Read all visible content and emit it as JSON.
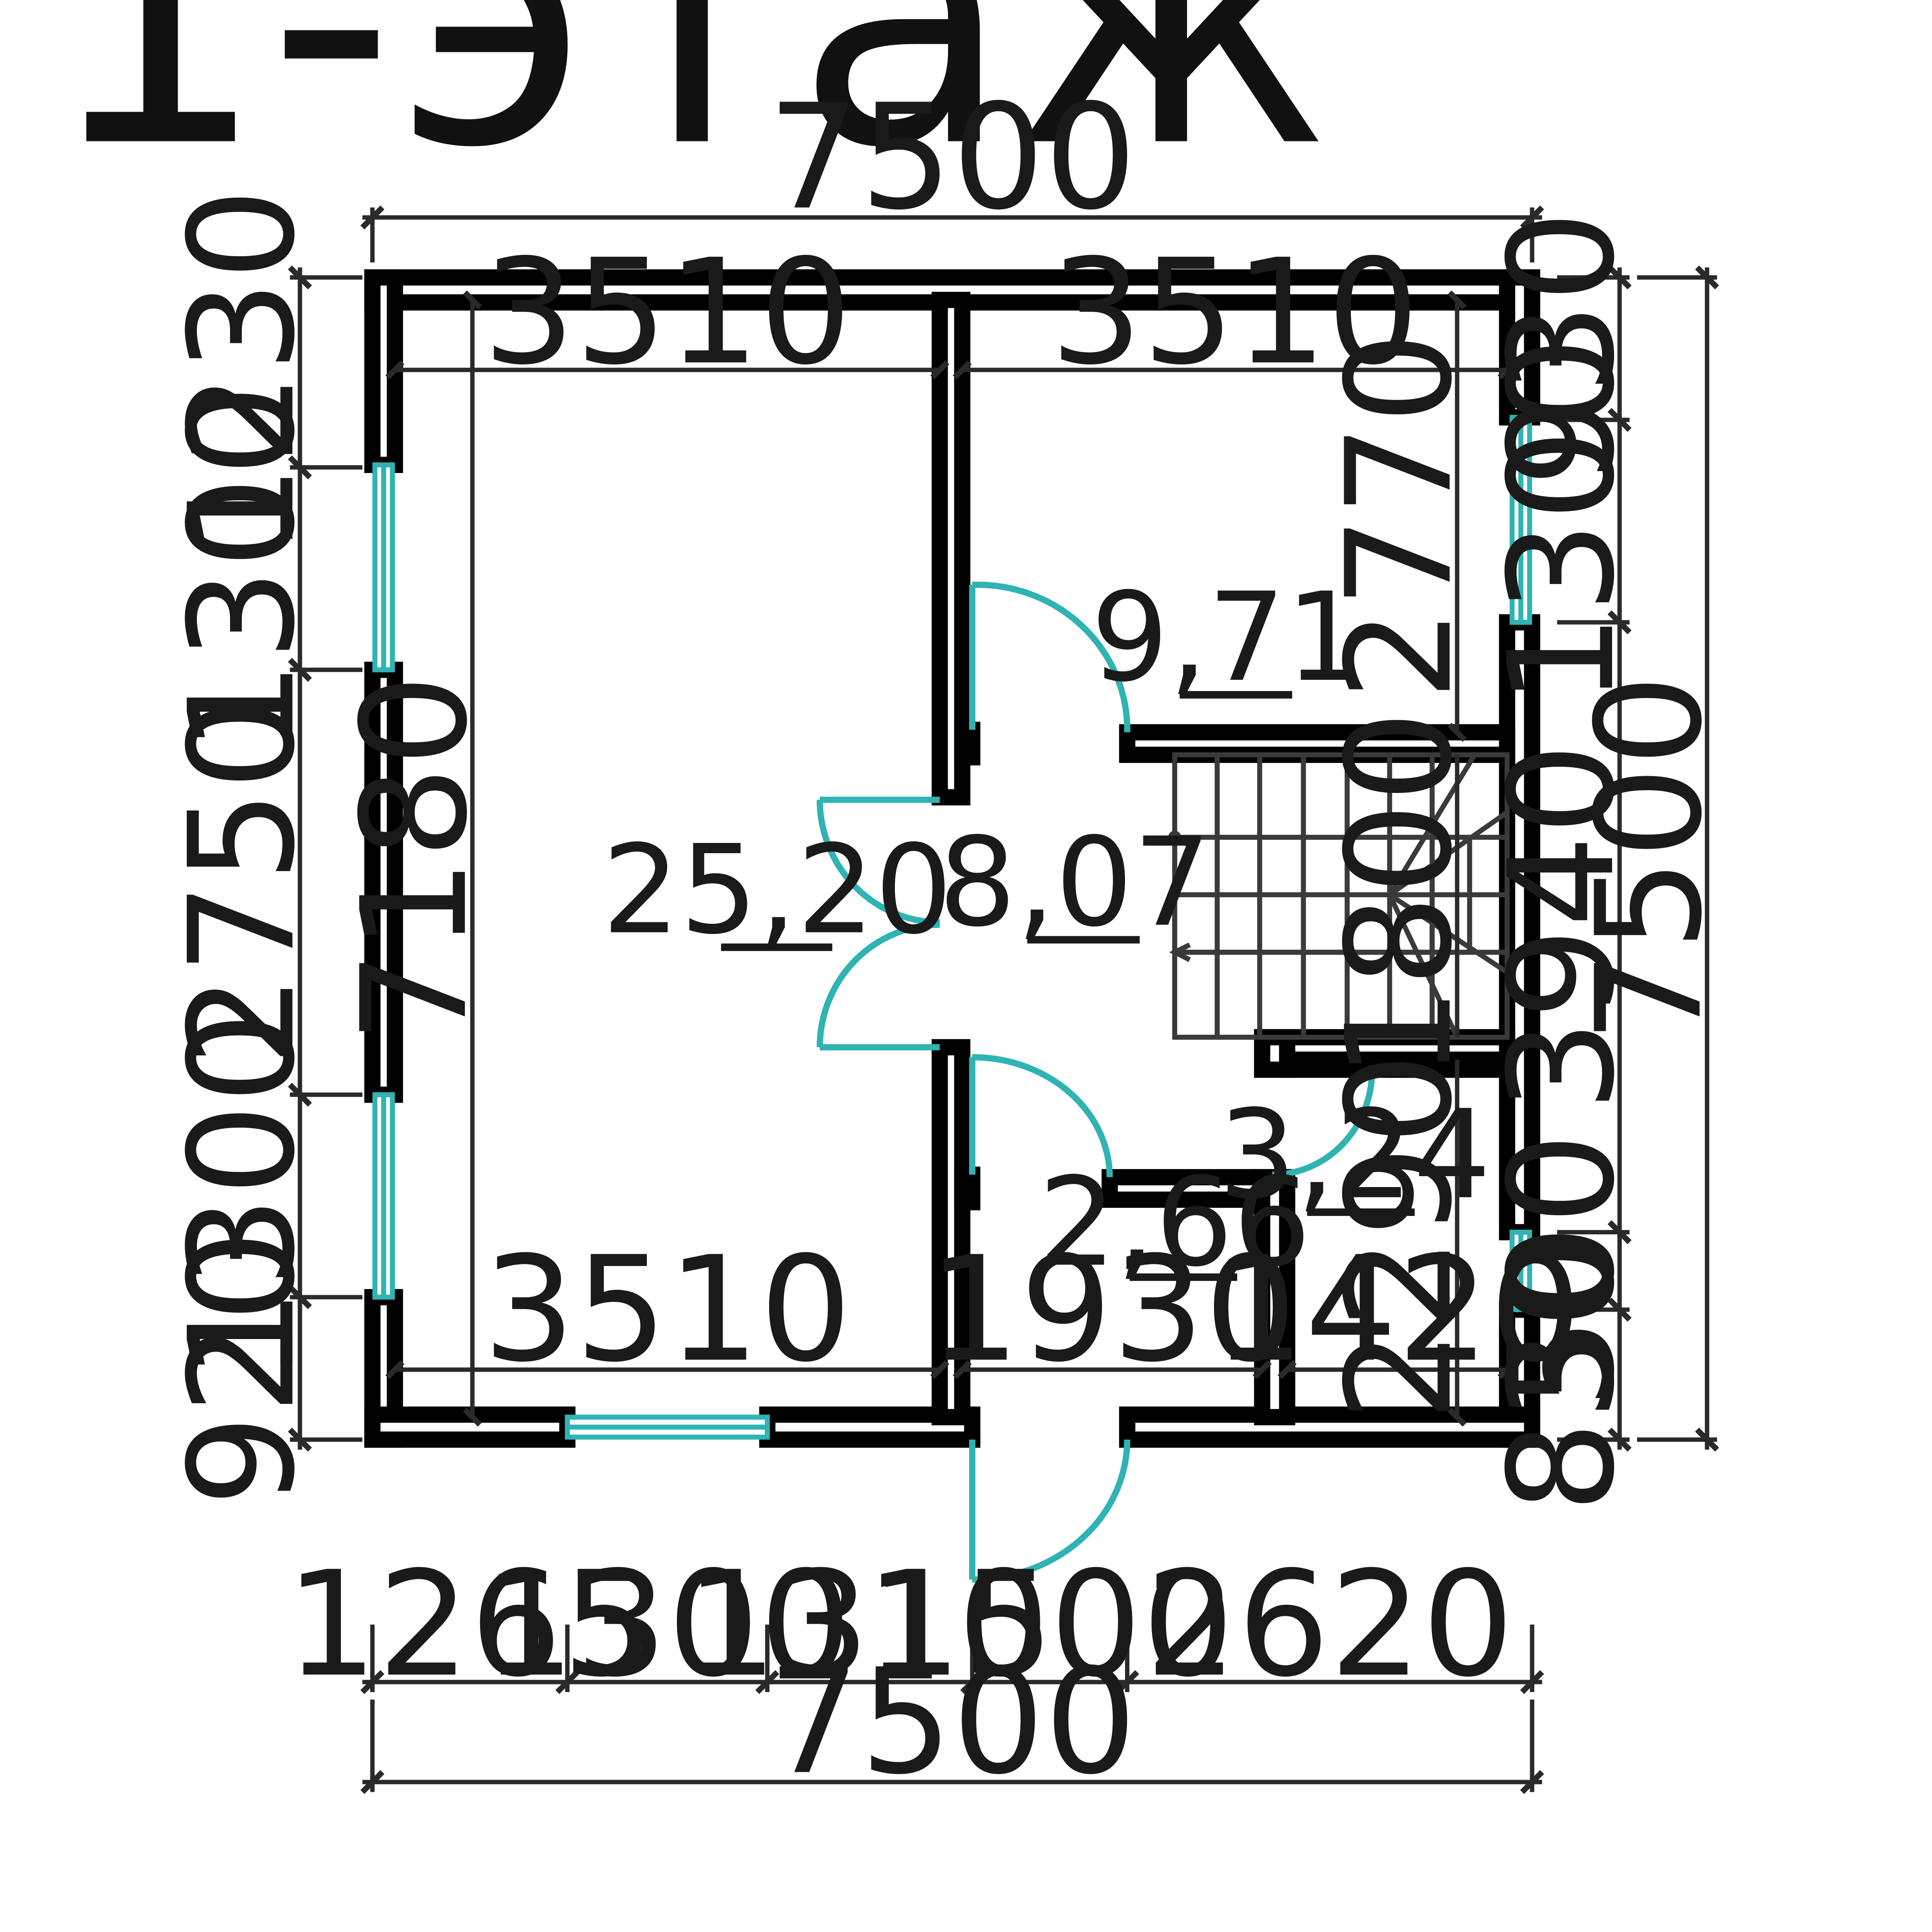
{
  "title": "1-этаж",
  "dimensions": {
    "overall_top": "7500",
    "overall_bottom": "7500",
    "overall_right": "7500",
    "room_width_top_left": "3510",
    "room_width_top_right": "3510",
    "room_width_bottom_left": "3510",
    "room_width_bottom_middle": "1930",
    "room_width_bottom_right": "1420",
    "room_height_left": "7180",
    "room_height_top_right": "2770",
    "stair_width": "1800",
    "room_height_bath": "2290",
    "stair_zone_height": "3940",
    "left_chain": [
      "1230",
      "1300",
      "2750",
      "1300",
      "920"
    ],
    "right_chain": [
      "930",
      "1300",
      "500",
      "830"
    ],
    "bottom_chain": [
      "1265",
      "1300",
      "1315",
      "1000",
      "2620"
    ]
  },
  "room_areas": {
    "living_room": "25,20",
    "hall": "8,07",
    "bedroom": "9,71",
    "bathroom": "3,24",
    "toilet": "2,66"
  },
  "colors": {
    "walls": "#000000",
    "windows_doors": "#2fb3b3",
    "dimension_lines": "#2a2a2a"
  }
}
